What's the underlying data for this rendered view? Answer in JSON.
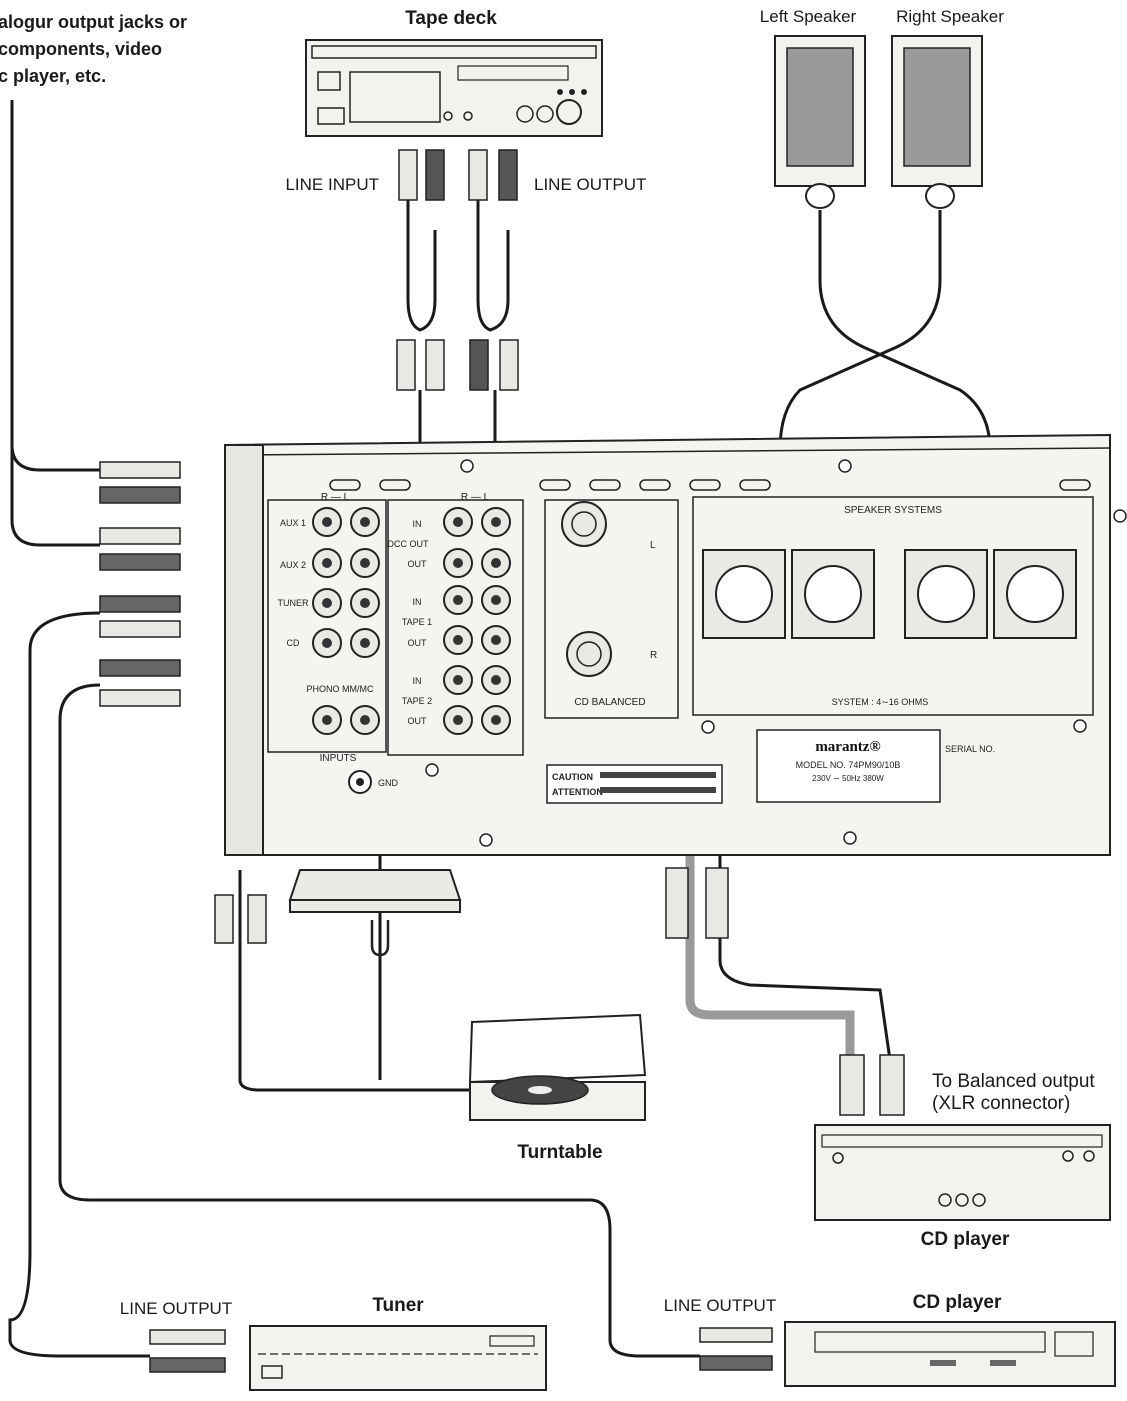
{
  "labels": {
    "analog_source_note": [
      "alogur output jacks or",
      "components, video",
      "c player, etc."
    ],
    "tape_deck": "Tape deck",
    "tape_line_input": "LINE INPUT",
    "tape_line_output": "LINE OUTPUT",
    "left_speaker": "Left Speaker",
    "right_speaker": "Right Speaker",
    "turntable": "Turntable",
    "balanced_note": [
      "To Balanced output",
      "(XLR connector)"
    ],
    "cd_player_top": "CD player",
    "tuner_line_output": "LINE OUTPUT",
    "tuner": "Tuner",
    "cd_line_output": "LINE OUTPUT",
    "cd_player_bottom": "CD player"
  },
  "panel": {
    "inputs_rows": [
      "AUX 1",
      "AUX 2",
      "TUNER",
      "CD",
      "PHONO MM/MC"
    ],
    "inputs_title": "INPUTS",
    "rl_header": "R — L",
    "gnd": "GND",
    "tape_rows": [
      "IN",
      "DCC OUT",
      "OUT",
      "IN",
      "TAPE 1",
      "OUT",
      "IN",
      "TAPE 2",
      "OUT"
    ],
    "tape_rl": "R — L",
    "cd_balanced": "CD BALANCED",
    "balanced_l": "L",
    "balanced_r": "R",
    "speaker_systems": "SPEAKER SYSTEMS",
    "system_ohms": "SYSTEM : 4∼16 OHMS",
    "brand": "marantz®",
    "model_no": "MODEL NO.  74PM90/10B",
    "power": "230V ∼ 50Hz 380W",
    "serial_no": "SERIAL NO.",
    "caution": "CAUTION",
    "attention": "ATTENTION"
  },
  "colors": {
    "line": "#1a1a1a",
    "panel_fill": "#f4f4f1",
    "gray_cable": "#9a9a9a"
  }
}
